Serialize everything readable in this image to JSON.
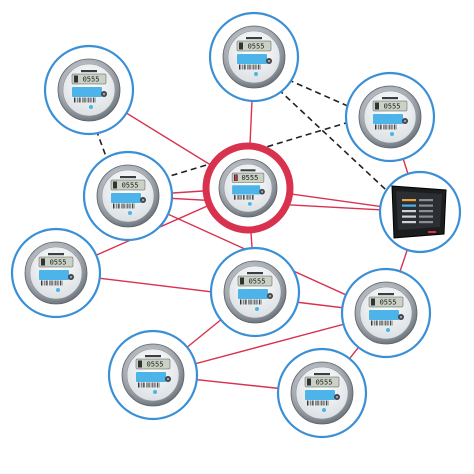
{
  "diagram": {
    "colors": {
      "link": "#d9324f",
      "dashed": "#222222",
      "ring": "#3b8fd6",
      "hub_ring": "#d9324f",
      "meter_body": "#9aa1a8",
      "meter_face": "#eef1f3",
      "meter_label": "#4cb4e8",
      "lcd": "#c9d2c4"
    },
    "meters": [
      {
        "id": "m1",
        "lcd": "0555",
        "hub": false
      },
      {
        "id": "m2",
        "lcd": "0555",
        "hub": false
      },
      {
        "id": "m3",
        "lcd": "0555",
        "hub": false
      },
      {
        "id": "m4",
        "lcd": "0555",
        "hub": false
      },
      {
        "id": "hub",
        "lcd": "0555",
        "hub": true
      },
      {
        "id": "m6",
        "lcd": "0555",
        "hub": false
      },
      {
        "id": "m7",
        "lcd": "0555",
        "hub": false
      },
      {
        "id": "m8",
        "lcd": "0555",
        "hub": false
      },
      {
        "id": "m9",
        "lcd": "0555",
        "hub": false
      },
      {
        "id": "m10",
        "lcd": "0555",
        "hub": false
      }
    ],
    "display_device": {
      "id": "display",
      "icon": "tablet-display-icon"
    },
    "links": [
      [
        "m1",
        "hub"
      ],
      [
        "m2",
        "hub"
      ],
      [
        "m3",
        "display"
      ],
      [
        "hub",
        "display"
      ],
      [
        "m4",
        "display"
      ],
      [
        "m4",
        "m8"
      ],
      [
        "hub",
        "m6"
      ],
      [
        "hub",
        "m7"
      ],
      [
        "m6",
        "m8"
      ],
      [
        "m7",
        "m9"
      ],
      [
        "m8",
        "display"
      ],
      [
        "m9",
        "m8"
      ],
      [
        "m9",
        "m10"
      ],
      [
        "m10",
        "m8"
      ],
      [
        "m4",
        "hub"
      ]
    ],
    "dashed_links": [
      [
        "m1",
        "m4"
      ],
      [
        "m3",
        "m4"
      ],
      [
        "m2",
        "display"
      ],
      [
        "m2",
        "m3"
      ]
    ]
  }
}
